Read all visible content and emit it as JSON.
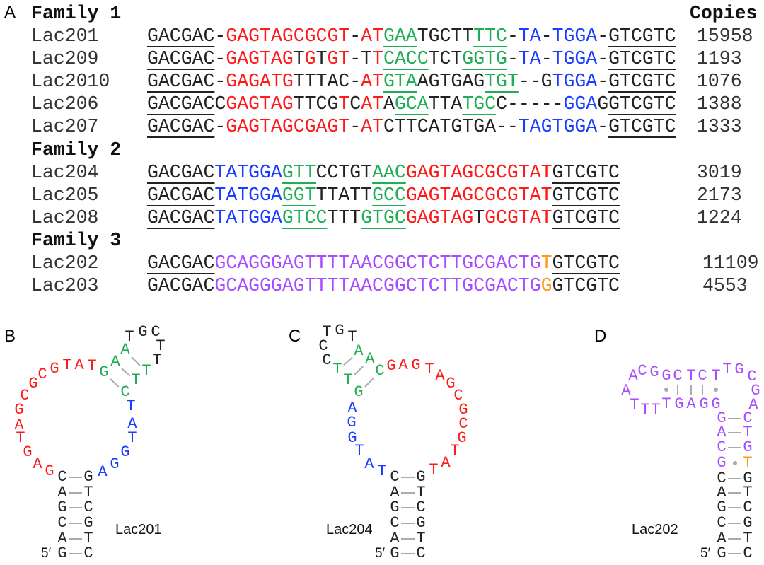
{
  "colors": {
    "k": "#222222",
    "r": "#ff1a1a",
    "g": "#1fae55",
    "b": "#1a3cff",
    "p": "#a64dff",
    "o": "#ff9a1a"
  },
  "panel_labels": {
    "a": "A",
    "b": "B",
    "c": "C",
    "d": "D"
  },
  "copies_header": "Copies",
  "families": [
    {
      "title": "Family 1",
      "rows": [
        {
          "name": "Lac201",
          "copies": "15958",
          "segments": [
            [
              "GACGAC",
              "k",
              1
            ],
            [
              "-",
              "k",
              0
            ],
            [
              "GAGTAGCGCGT",
              "r",
              0
            ],
            [
              "-",
              "k",
              0
            ],
            [
              "AT",
              "r",
              0
            ],
            [
              "GAA",
              "g",
              1
            ],
            [
              "TGCTT",
              "k",
              0
            ],
            [
              "TTC",
              "g",
              1
            ],
            [
              "-",
              "k",
              0
            ],
            [
              "TA",
              "b",
              0
            ],
            [
              "-",
              "k",
              0
            ],
            [
              "TGGA",
              "b",
              0
            ],
            [
              "-",
              "k",
              0
            ],
            [
              "GTCGTC",
              "k",
              1
            ]
          ]
        },
        {
          "name": "Lac209",
          "copies": "1193",
          "segments": [
            [
              "GACGAC",
              "k",
              1
            ],
            [
              "-",
              "k",
              0
            ],
            [
              "GAGTAG",
              "r",
              0
            ],
            [
              "T",
              "k",
              0
            ],
            [
              "G",
              "r",
              0
            ],
            [
              "T",
              "k",
              0
            ],
            [
              "GT",
              "r",
              0
            ],
            [
              "-T",
              "k",
              0
            ],
            [
              "T",
              "r",
              0
            ],
            [
              "CACC",
              "g",
              1
            ],
            [
              "TCT",
              "k",
              0
            ],
            [
              "GGTG",
              "g",
              1
            ],
            [
              "-",
              "k",
              0
            ],
            [
              "TA",
              "b",
              0
            ],
            [
              "-",
              "k",
              0
            ],
            [
              "TGGA",
              "b",
              0
            ],
            [
              "-",
              "k",
              0
            ],
            [
              "GTCGTC",
              "k",
              1
            ]
          ]
        },
        {
          "name": "Lac2010",
          "copies": "1076",
          "segments": [
            [
              "GACGAC",
              "k",
              1
            ],
            [
              "-",
              "k",
              0
            ],
            [
              "GAGATG",
              "r",
              0
            ],
            [
              "TTTAC",
              "k",
              0
            ],
            [
              "-",
              "k",
              0
            ],
            [
              "AT",
              "r",
              0
            ],
            [
              "GTA",
              "g",
              1
            ],
            [
              "AGTGAG",
              "k",
              0
            ],
            [
              "TGT",
              "g",
              1
            ],
            [
              "--G",
              "k",
              0
            ],
            [
              "TGGA",
              "b",
              0
            ],
            [
              "-",
              "k",
              0
            ],
            [
              "GTCGTC",
              "k",
              1
            ]
          ]
        },
        {
          "name": "Lac206",
          "copies": "1388",
          "segments": [
            [
              "GACGAC",
              "k",
              1
            ],
            [
              "C",
              "k",
              0
            ],
            [
              "GAGTAG",
              "r",
              0
            ],
            [
              "TTCG",
              "k",
              0
            ],
            [
              "T",
              "r",
              0
            ],
            [
              "C",
              "k",
              0
            ],
            [
              "AT",
              "r",
              0
            ],
            [
              "A",
              "k",
              0
            ],
            [
              "GCA",
              "g",
              1
            ],
            [
              "TTA",
              "k",
              0
            ],
            [
              "TGC",
              "g",
              1
            ],
            [
              "C-----",
              "k",
              0
            ],
            [
              "GGA",
              "b",
              0
            ],
            [
              "G",
              "k",
              0
            ],
            [
              "GTCGTC",
              "k",
              1
            ]
          ]
        },
        {
          "name": "Lac207",
          "copies": "1333",
          "segments": [
            [
              "GACGAC",
              "k",
              1
            ],
            [
              "-",
              "k",
              0
            ],
            [
              "GAGTAGCGAGT",
              "r",
              0
            ],
            [
              "-",
              "k",
              0
            ],
            [
              "AT",
              "r",
              0
            ],
            [
              "CTTCATGTGA--",
              "k",
              0
            ],
            [
              "TAGTGGA",
              "b",
              0
            ],
            [
              "-",
              "k",
              0
            ],
            [
              "GTCGTC",
              "k",
              1
            ]
          ]
        }
      ]
    },
    {
      "title": "Family 2",
      "rows": [
        {
          "name": "Lac204",
          "copies": "3019",
          "segments": [
            [
              "GACGAC",
              "k",
              1
            ],
            [
              "TATGGA",
              "b",
              0
            ],
            [
              "GTT",
              "g",
              1
            ],
            [
              "CCTGT",
              "k",
              0
            ],
            [
              "AAC",
              "g",
              1
            ],
            [
              "GAGTAGCGCGTAT",
              "r",
              0
            ],
            [
              "GTCGTC",
              "k",
              1
            ]
          ]
        },
        {
          "name": "Lac205",
          "copies": "2173",
          "segments": [
            [
              "GACGAC",
              "k",
              1
            ],
            [
              "TATGGA",
              "b",
              0
            ],
            [
              "GGT",
              "g",
              1
            ],
            [
              "TTATT",
              "k",
              0
            ],
            [
              "GCC",
              "g",
              1
            ],
            [
              "GAGTAGCGCGTAT",
              "r",
              0
            ],
            [
              "GTCGTC",
              "k",
              1
            ]
          ]
        },
        {
          "name": "Lac208",
          "copies": "1224",
          "segments": [
            [
              "GACGAC",
              "k",
              1
            ],
            [
              "TATGGA",
              "b",
              0
            ],
            [
              "GTCC",
              "g",
              1
            ],
            [
              "TTT",
              "k",
              0
            ],
            [
              "GTGC",
              "g",
              1
            ],
            [
              "GAGTAG",
              "r",
              0
            ],
            [
              "T",
              "k",
              0
            ],
            [
              "GCGTAT",
              "r",
              0
            ],
            [
              "GTCGTC",
              "k",
              1
            ]
          ]
        }
      ]
    },
    {
      "title": "Family 3",
      "rows": [
        {
          "name": "Lac202",
          "copies": "11109",
          "segments": [
            [
              "GACGAC",
              "k",
              1
            ],
            [
              "GCAGGGAGTTTTAACGGCTCTTGCGACTG",
              "p",
              0
            ],
            [
              "T",
              "o",
              0
            ],
            [
              "GTCGTC",
              "k",
              1
            ]
          ]
        },
        {
          "name": "Lac203",
          "copies": "4553",
          "segments": [
            [
              "GACGAC",
              "k",
              0
            ],
            [
              "GCAGGGAGTTTTAACGGCTCTTGCGACTG",
              "p",
              0
            ],
            [
              "G",
              "o",
              0
            ],
            [
              "GTCGTC",
              "k",
              0
            ]
          ]
        }
      ]
    }
  ],
  "structures": [
    {
      "label": "Lac201",
      "five_prime": "5′",
      "stem_left": "GACGAC",
      "stem_left_colors": "kkkkkk",
      "loop": "GAGTAGCGCGTATGAATGCTTTTCTATGGA",
      "loop_colors": "rrrrrrrrrrrrrgggkkkkkgggbbbbbb",
      "stem_right": "GTCGTC",
      "stem_right_colors": "kkkkkk"
    },
    {
      "label": "Lac204",
      "five_prime": "5′",
      "stem_left": "GACGAC",
      "stem_left_colors": "kkkkkk",
      "loop": "TATGGAGTTCCTGTAACGAGTAGCGCGTAT",
      "loop_colors": "bbbbbbgggkkkkkgggrrrrrrrrrrrrr",
      "stem_right": "GTCGTC",
      "stem_right_colors": "kkkkkk"
    },
    {
      "label": "Lac202",
      "five_prime": "5′",
      "stem_left": "GACGACGCAG",
      "stem_left_colors": "kkkkkkpppp",
      "loop": "GGAGTTTTAACGGCTCTTGCGA",
      "loop_colors": "pppppppppppppppppppppp",
      "stem_right": "CTGTGTCGTC",
      "stem_right_colors": "pppokkkkkk"
    }
  ]
}
